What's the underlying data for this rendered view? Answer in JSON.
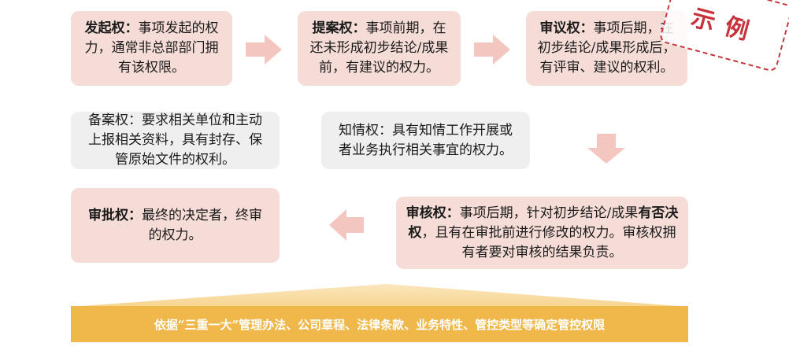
{
  "boxes": {
    "initiate": {
      "title": "发起权",
      "colon": "：",
      "text": "事项发起的权力，通常非总部部门拥有该权限。"
    },
    "propose": {
      "title": "提案权",
      "colon": "：",
      "text": "事项前期，在还未形成初步结论/成果前，有建议的权力。"
    },
    "review": {
      "title": "审议权",
      "colon": "：",
      "text": "事项后期，在初步结论/成果形成后，有评审、建议的权利。"
    },
    "record": {
      "text": "备案权：要求相关单位和主动上报相关资料，具有封存、保管原始文件的权利。"
    },
    "inform": {
      "text": "知情权：具有知情工作开展或者业务执行相关事宜的权力。"
    },
    "approve": {
      "title": "审批权",
      "colon": "：",
      "text": "最终的决定者，终审的权力。"
    },
    "audit": {
      "title": "审核权",
      "colon": "：",
      "text1": "事项后期，针对初步结论/成果",
      "bold2": "有否决权",
      "text2": "，且有在审批前进行修改的权力。审核权拥有者要对审核的结果负责。"
    }
  },
  "banner": {
    "text": "依据“三重一大”管理办法、公司章程、法律条款、业务特性、管控类型等确定管控权限"
  },
  "stamp": {
    "text": "示例"
  },
  "colors": {
    "pink_box": "#f6dcd6",
    "grey_box": "#efefef",
    "arrow": "#f3c7bf",
    "banner": "#f0b84a",
    "stamp": "#c8323a"
  }
}
